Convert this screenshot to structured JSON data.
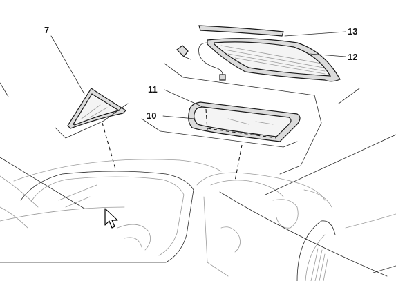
{
  "callouts": [
    {
      "id": "7",
      "label": "7"
    },
    {
      "id": "10",
      "label": "10"
    },
    {
      "id": "11",
      "label": "11"
    },
    {
      "id": "12",
      "label": "12"
    },
    {
      "id": "13",
      "label": "13"
    }
  ],
  "colors": {
    "line": "#1a1a1a",
    "glass": "#f4f4f4",
    "frame": "#dcdcdc",
    "background": "#ffffff"
  },
  "cursor_icon": "mouse-pointer-icon"
}
